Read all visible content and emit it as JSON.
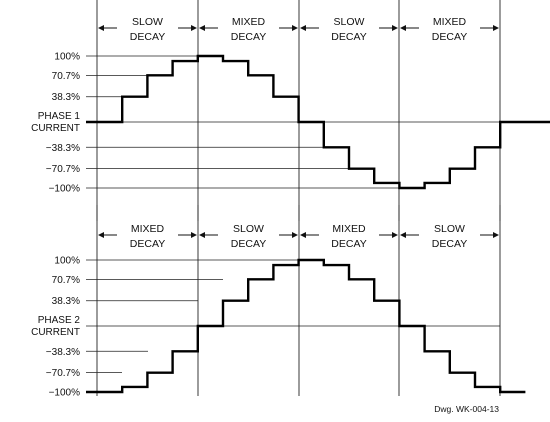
{
  "phase1": {
    "zones": [
      {
        "line1": "SLOW",
        "line2": "DECAY"
      },
      {
        "line1": "MIXED",
        "line2": "DECAY"
      },
      {
        "line1": "SLOW",
        "line2": "DECAY"
      },
      {
        "line1": "MIXED",
        "line2": "DECAY"
      }
    ],
    "levels": [
      {
        "text": "100%",
        "value": 100
      },
      {
        "text": "70.7%",
        "value": 70.7
      },
      {
        "text": "38.3%",
        "value": 38.3
      },
      {
        "text": "PHASE 1",
        "text2": "CURRENT",
        "value": 0
      },
      {
        "text": "−38.3%",
        "value": -38.3
      },
      {
        "text": "−70.7%",
        "value": -70.7
      },
      {
        "text": "−100%",
        "value": -100
      }
    ],
    "steps": [
      0,
      38.3,
      70.7,
      92.4,
      100,
      92.4,
      70.7,
      38.3,
      0,
      -38.3,
      -70.7,
      -92.4,
      -100,
      -92.4,
      -70.7,
      -38.3,
      0,
      0
    ]
  },
  "phase2": {
    "zones": [
      {
        "line1": "MIXED",
        "line2": "DECAY"
      },
      {
        "line1": "SLOW",
        "line2": "DECAY"
      },
      {
        "line1": "MIXED",
        "line2": "DECAY"
      },
      {
        "line1": "SLOW",
        "line2": "DECAY"
      }
    ],
    "levels": [
      {
        "text": "100%",
        "value": 100
      },
      {
        "text": "70.7%",
        "value": 70.7
      },
      {
        "text": "38.3%",
        "value": 38.3
      },
      {
        "text": "PHASE 2",
        "text2": "CURRENT",
        "value": 0
      },
      {
        "text": "−38.3%",
        "value": -38.3
      },
      {
        "text": "−70.7%",
        "value": -70.7
      },
      {
        "text": "−100%",
        "value": -100
      }
    ],
    "steps": [
      -100,
      -92.4,
      -70.7,
      -38.3,
      0,
      38.3,
      70.7,
      92.4,
      100,
      92.4,
      70.7,
      38.3,
      0,
      -38.3,
      -70.7,
      -92.4,
      -100
    ]
  },
  "drawing_number": "Dwg. WK-004-13"
}
